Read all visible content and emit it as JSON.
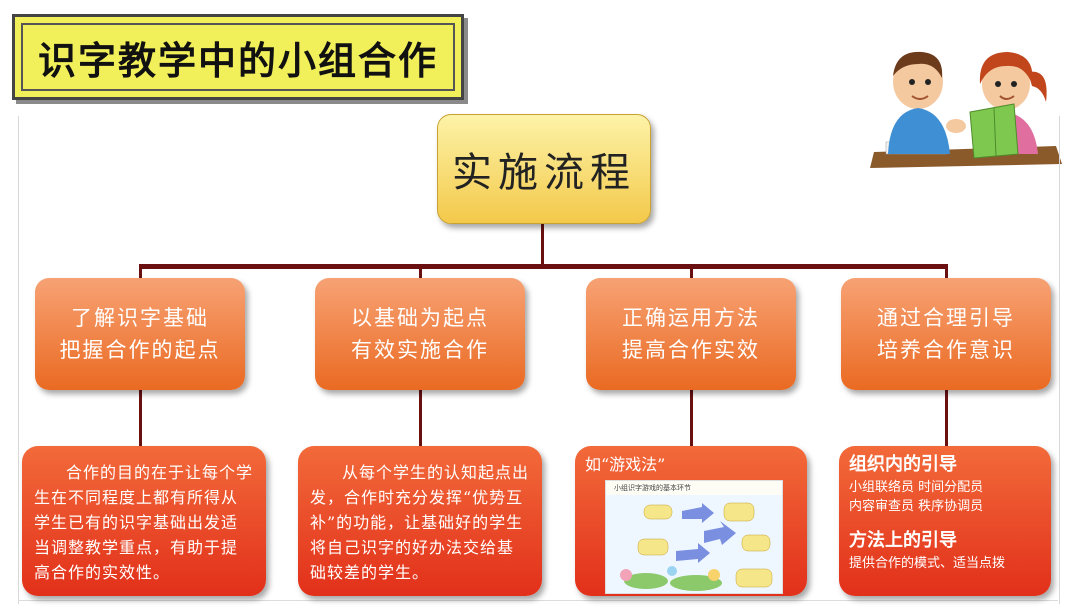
{
  "title": "识字教学中的小组合作",
  "root": "实施流程",
  "columns": [
    {
      "label_line1": "了解识字基础",
      "label_line2": "把握合作的起点",
      "detail": "合作的目的在于让每个学生在不同程度上都有所得从学生已有的识字基础出发适当调整教学重点，有助于提高合作的实效性。"
    },
    {
      "label_line1": "以基础为起点",
      "label_line2": "有效实施合作",
      "detail": "从每个学生的认知起点出发，合作时充分发挥“优势互补”的功能，让基础好的学生将自己识字的好办法交给基础较差的学生。"
    },
    {
      "label_line1": "正确运用方法",
      "label_line2": "提高合作实效",
      "detail": "如“游戏法”",
      "inset_caption": "小组识字游戏的基本环节"
    },
    {
      "label_line1": "通过合理引导",
      "label_line2": "培养合作意识",
      "heading1": "组织内的引导",
      "sub1a": "小组联络员 时间分配员",
      "sub1b": "内容审查员 秩序协调员",
      "heading2": "方法上的引导",
      "sub2": "提供合作的模式、适当点拨"
    }
  ],
  "colors": {
    "title_bg": "#f2f05a",
    "root_bg": "#f3c94a",
    "level1_bg": "#ea6a22",
    "level2_bg": "#e2301a",
    "connector": "#6a1010"
  },
  "icons": {
    "illustration": "children-reading-illustration",
    "inset": "flowchart-thumbnail"
  }
}
